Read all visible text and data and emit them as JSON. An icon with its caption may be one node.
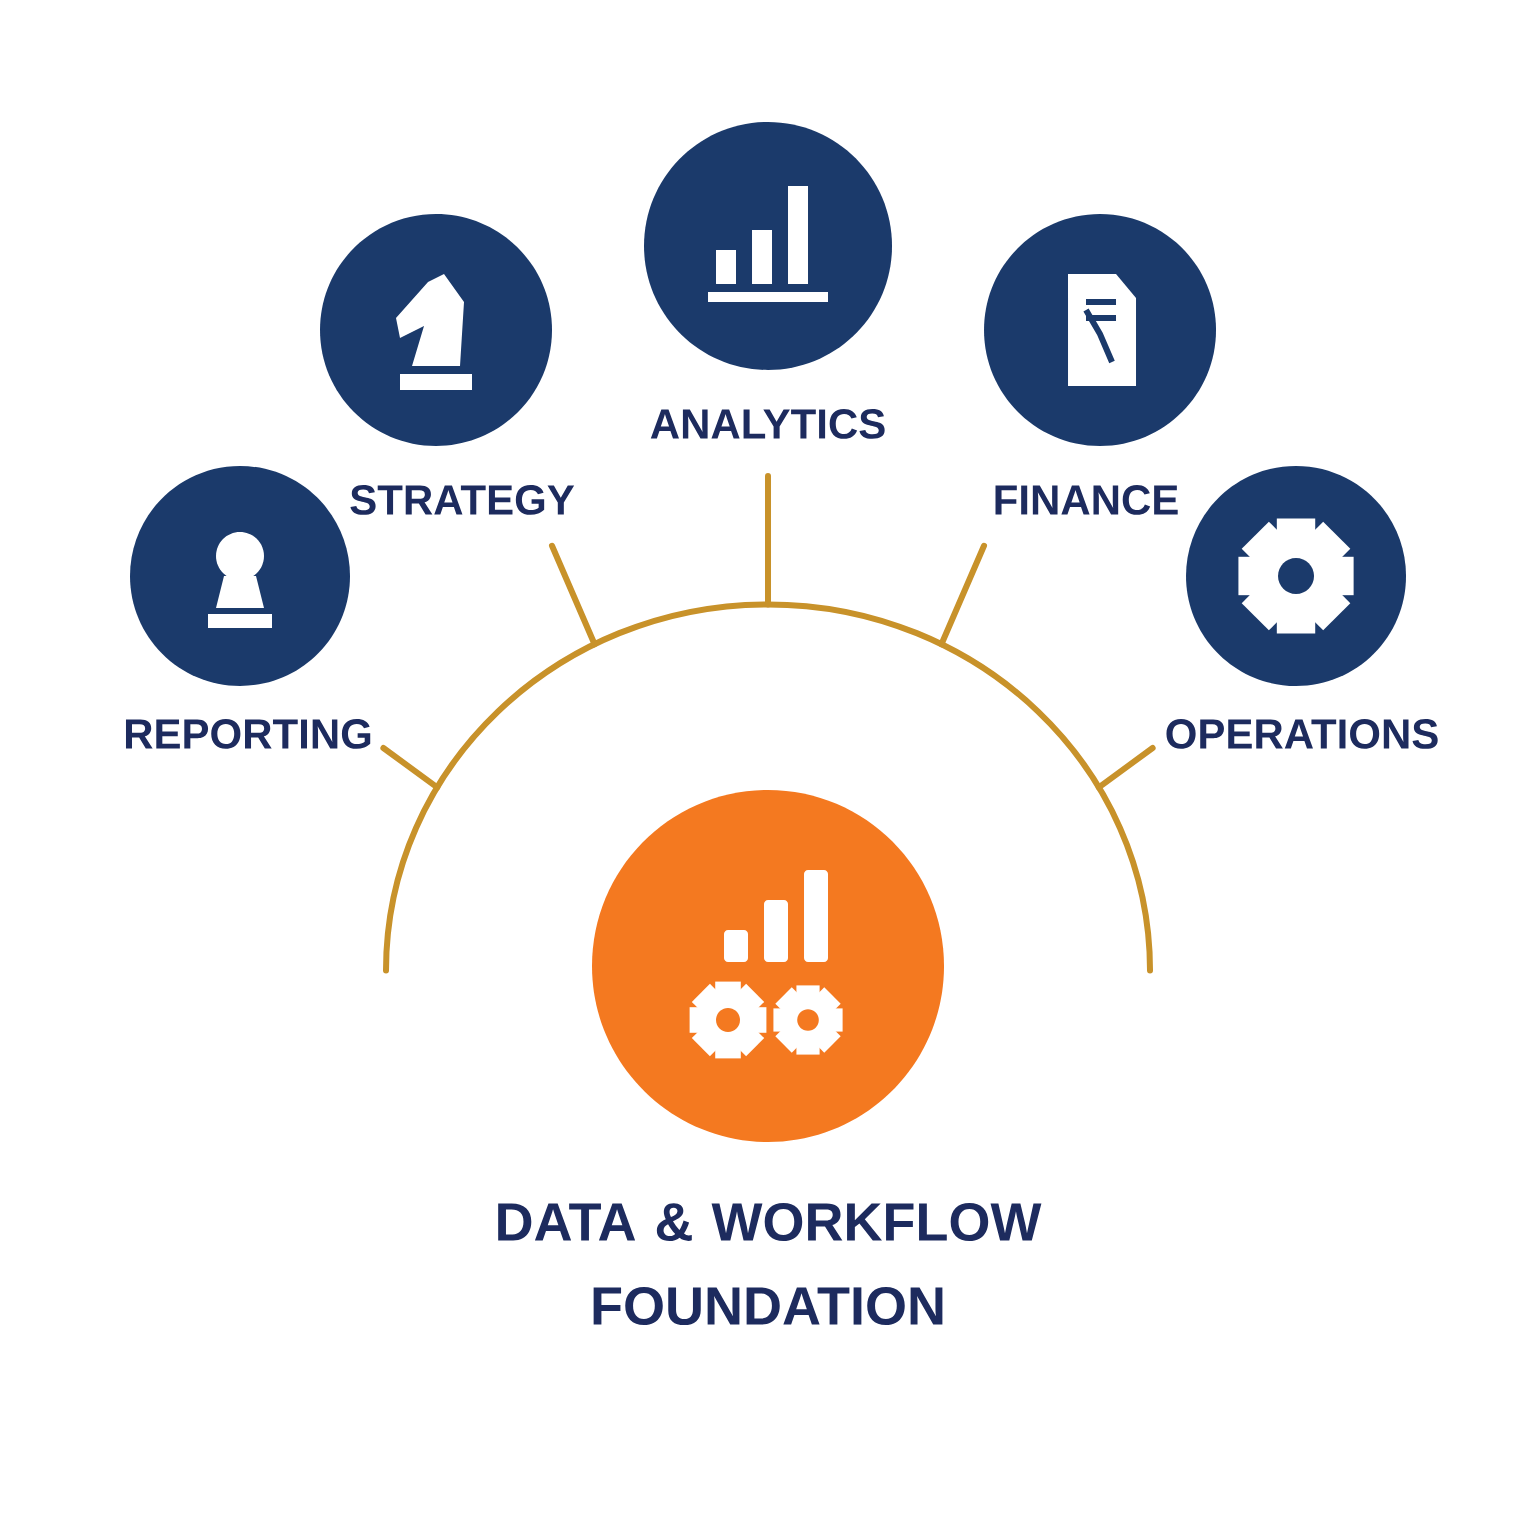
{
  "diagram": {
    "nodes": [
      {
        "text": [
          "REPORTING"
        ]
      },
      {
        "text": [
          "STRATEGY"
        ]
      },
      {
        "text": [
          "ANALYTICS"
        ]
      },
      {
        "text": [
          "FINANCE"
        ]
      },
      {
        "text": [
          "OPERATIONS"
        ]
      },
      {
        "text": [],
        "shape": "arc"
      },
      {
        "text": [
          "DATA & WORKFLOW FOUNDATION"
        ]
      }
    ],
    "edges": [
      {
        "from": 5,
        "to": 0,
        "arrow": "none"
      },
      {
        "from": 5,
        "to": 1,
        "arrow": "none"
      },
      {
        "from": 5,
        "to": 2,
        "arrow": "none"
      },
      {
        "from": 5,
        "to": 3,
        "arrow": "none"
      },
      {
        "from": 5,
        "to": 4,
        "arrow": "none"
      }
    ]
  }
}
